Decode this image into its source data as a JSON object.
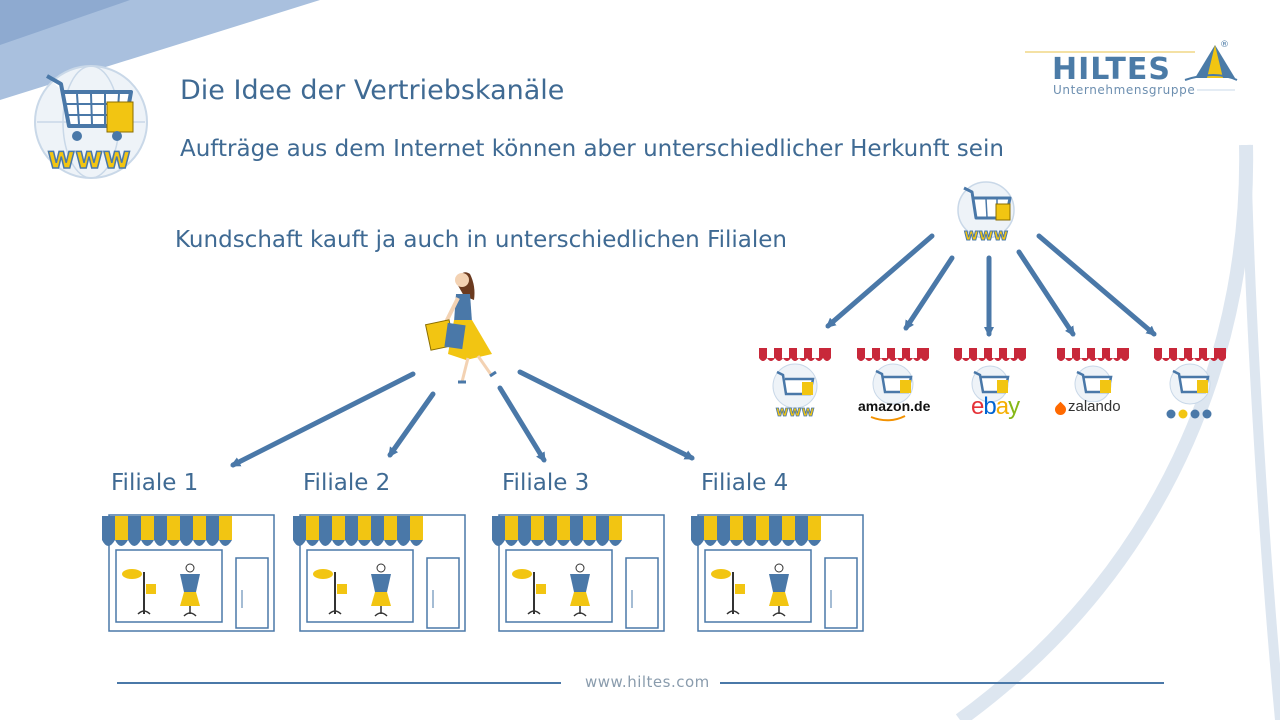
{
  "header": {
    "title": "Die Idee der Vertriebskanäle",
    "subtitle": "Aufträge aus dem Internet können aber unterschiedlicher Herkunft sein"
  },
  "logo": {
    "name": "HILTES",
    "tagline": "Unternehmensgruppe",
    "registered": "®"
  },
  "offline": {
    "heading": "Kundschaft kauft ja auch in unterschiedlichen Filialen",
    "stores": [
      "Filiale 1",
      "Filiale 2",
      "Filiale 3",
      "Filiale 4"
    ]
  },
  "online": {
    "channels": [
      {
        "label": "WWW",
        "icon": "www-icon"
      },
      {
        "label": "amazon.de",
        "icon": "amazon-logo"
      },
      {
        "label": "ebay",
        "icon": "ebay-logo"
      },
      {
        "label": "zalando",
        "icon": "zalando-logo"
      },
      {
        "label": "",
        "icon": "more-dots-icon"
      }
    ]
  },
  "footer": {
    "url": "www.hiltes.com"
  },
  "colors": {
    "primary": "#3f6a93",
    "accent_blue": "#4a78a8",
    "accent_yellow": "#f2c512",
    "awning_red": "#c8283a"
  }
}
